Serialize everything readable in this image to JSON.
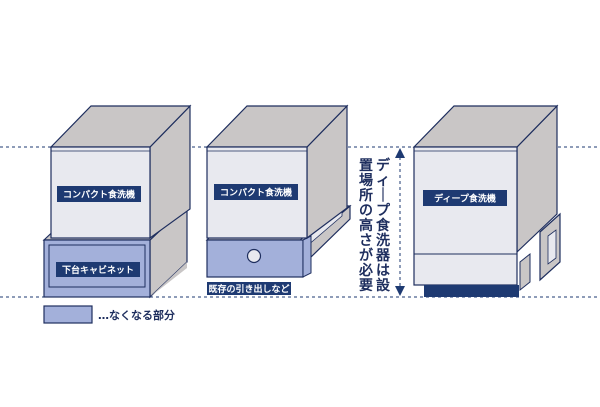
{
  "units": {
    "compact_cabinet": {
      "dishwasher_label": "コンパクト食洗機",
      "base_label": "下台キャビネット"
    },
    "compact_drawer": {
      "dishwasher_label": "コンパクト食洗機",
      "base_caption": "既存の引き出しなど"
    },
    "deep": {
      "dishwasher_label": "ディープ食洗機"
    }
  },
  "height_note": "ディープ食洗器は設置場所の高さが必要",
  "legend": {
    "text": "…なくなる部分"
  },
  "colors": {
    "outline": "#1e2e5e",
    "front": "#e8e9ef",
    "side": "#c9c6c6",
    "removed": "#a3b0da",
    "label_bg": "#1e3a72",
    "dashed": "#1e3a72"
  }
}
